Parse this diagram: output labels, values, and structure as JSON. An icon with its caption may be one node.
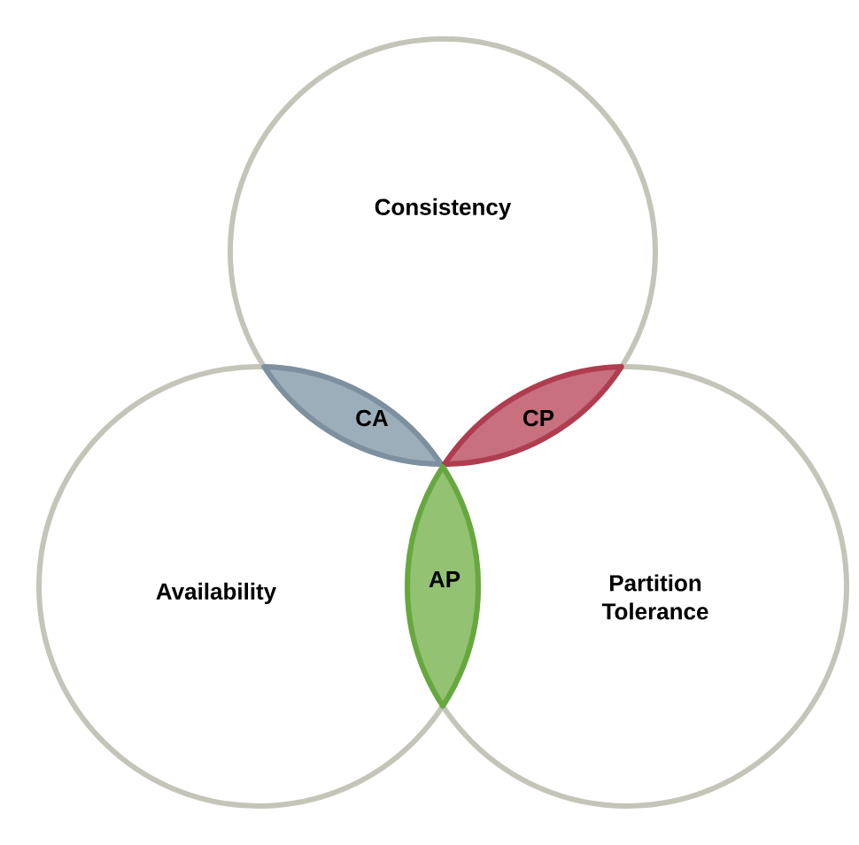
{
  "diagram": {
    "nodes": [
      {
        "text": [
          "Consistency"
        ]
      },
      {
        "text": [
          "CA"
        ]
      },
      {
        "text": [
          "CP"
        ]
      },
      {
        "text": [
          "Availability"
        ]
      },
      {
        "text": [
          "AP"
        ]
      },
      {
        "text": [
          "Partition Tolerance"
        ]
      }
    ],
    "edges": []
  }
}
